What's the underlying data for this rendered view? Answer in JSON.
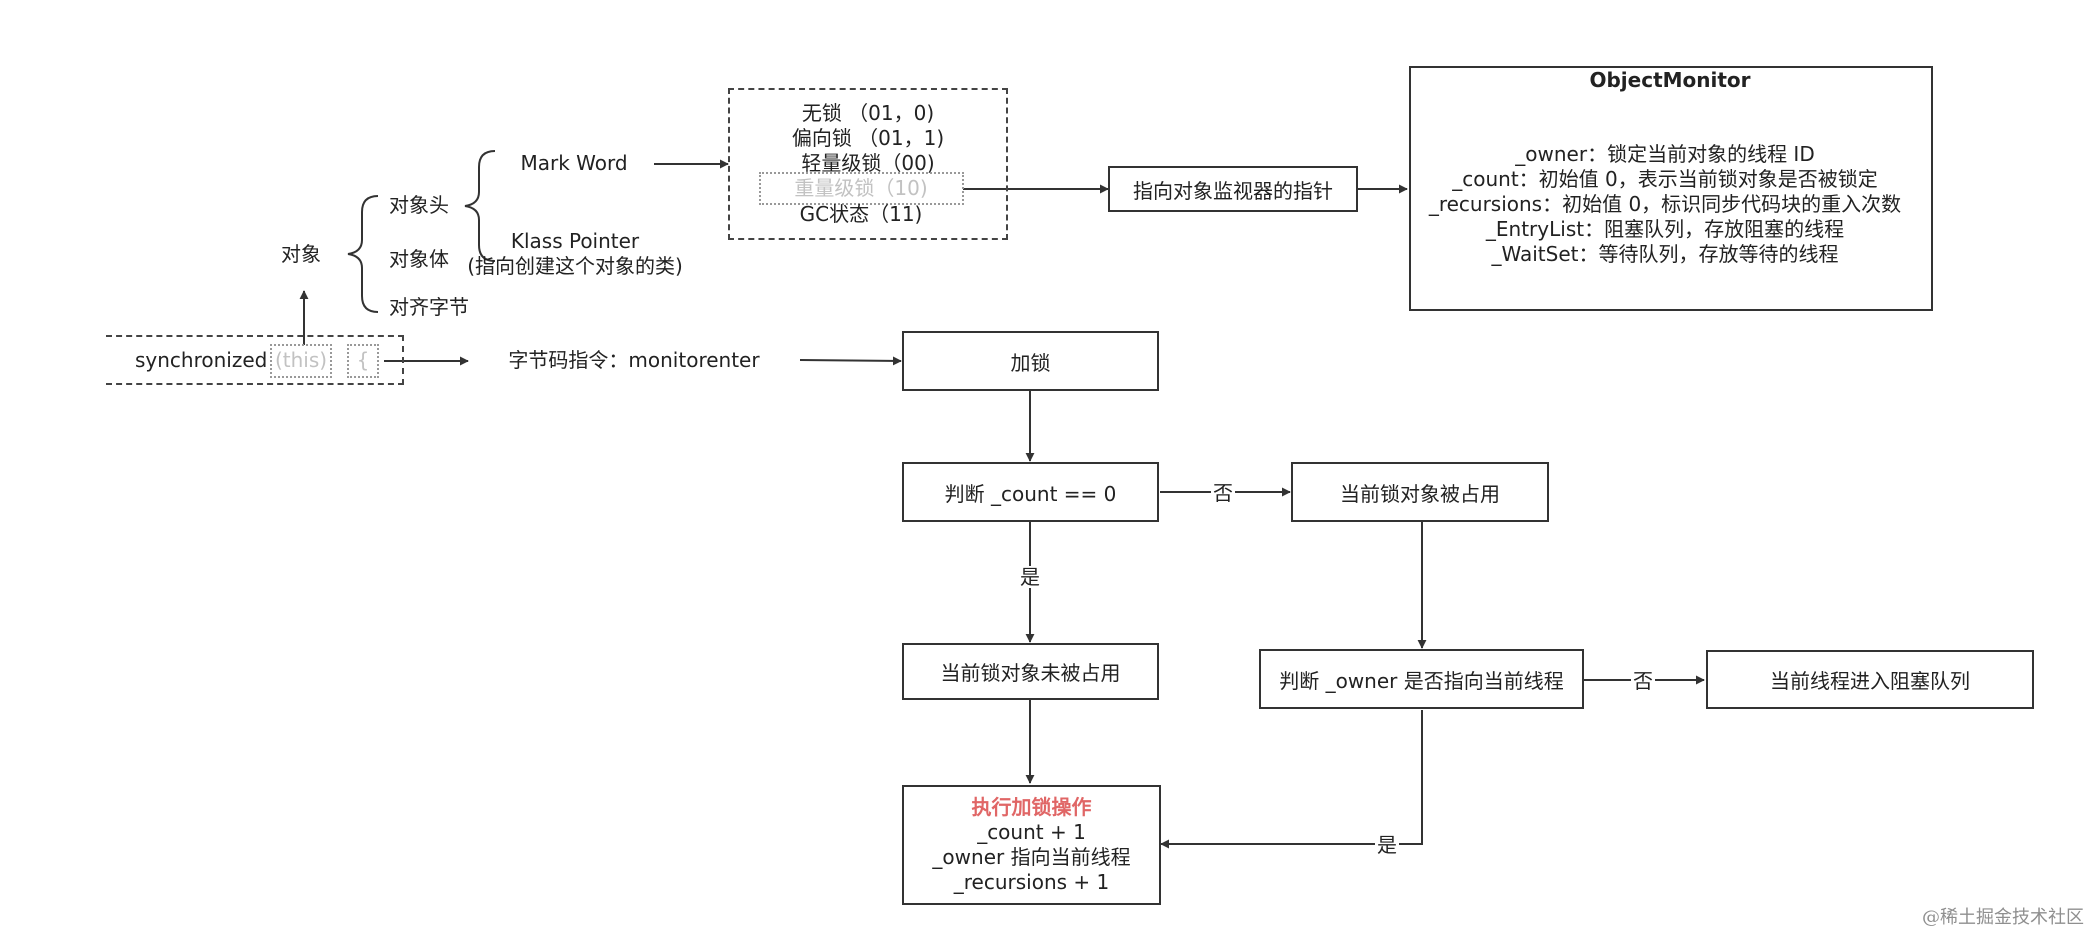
{
  "tree": {
    "root": "对象",
    "header": "对象头",
    "body": "对象体",
    "padding": "对齐字节",
    "mark_word": "Mark Word",
    "klass_pointer": "Klass Pointer",
    "klass_note": "(指向创建这个对象的类)"
  },
  "lock_states": [
    "无锁 （01，0)",
    "偏向锁 （01，1)",
    "轻量级锁（00)",
    "重量级锁（10)",
    "GC状态（11)"
  ],
  "monitor_pointer": "指向对象监视器的指针",
  "object_monitor": {
    "title": "ObjectMonitor",
    "fields": [
      "_owner：锁定当前对象的线程 ID",
      "_count：初始值 0，表示当前锁对象是否被锁定",
      "_recursions：初始值 0，标识同步代码块的重入次数",
      "_EntryList：阻塞队列，存放阻塞的线程",
      "_WaitSet：等待队列，存放等待的线程"
    ]
  },
  "sync": {
    "keyword": "synchronized",
    "this": "(this)",
    "brace": "{"
  },
  "bytecode": "字节码指令：monitorenter",
  "flow": {
    "lock": "加锁",
    "check_count": "判断 _count == 0",
    "occupied": "当前锁对象被占用",
    "not_occupied": "当前锁对象未被占用",
    "check_owner": "判断 _owner 是否指向当前线程",
    "enter_queue": "当前线程进入阻塞队列",
    "exec_title": "执行加锁操作",
    "exec_lines": [
      "_count + 1",
      "_owner 指向当前线程",
      "_recursions + 1"
    ],
    "yes": "是",
    "no": "否"
  },
  "watermark": "@稀土掘金技术社区"
}
